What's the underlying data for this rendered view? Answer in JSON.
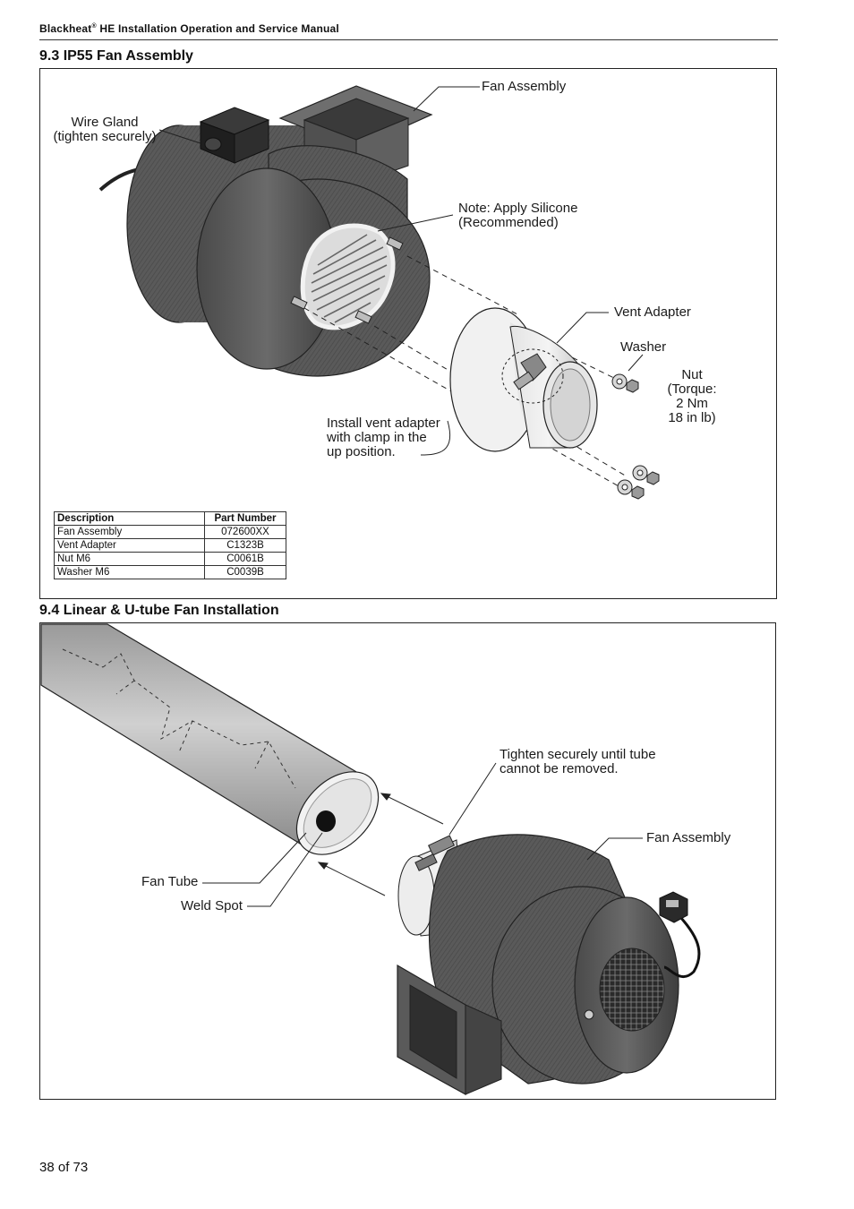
{
  "header": {
    "brand": "Blackheat",
    "reg": "®",
    "rest": " HE Installation Operation and Service Manual"
  },
  "section1": {
    "title": "9.3 IP55 Fan Assembly",
    "labels": {
      "fan_assembly": "Fan Assembly",
      "wire_gland": [
        "Wire Gland",
        "(tighten securely)"
      ],
      "note": [
        "Note: Apply Silicone",
        "(Recommended)"
      ],
      "vent_adapter": "Vent Adapter",
      "washer": "Washer",
      "nut": [
        "Nut",
        "(Torque:",
        "2 Nm",
        "18 in lb)"
      ],
      "install": [
        "Install vent adapter",
        "with clamp in the",
        "up position."
      ]
    },
    "table": {
      "headers": [
        "Description",
        "Part Number"
      ],
      "rows": [
        [
          "Fan Assembly",
          "072600XX"
        ],
        [
          "Vent Adapter",
          "C1323B"
        ],
        [
          "Nut M6",
          "C0061B"
        ],
        [
          "Washer M6",
          "C0039B"
        ]
      ]
    }
  },
  "section2": {
    "title": "9.4 Linear & U-tube Fan Installation",
    "labels": {
      "tighten": [
        "Tighten securely until tube",
        "cannot be removed."
      ],
      "fan_assembly": "Fan Assembly",
      "fan_tube": "Fan Tube",
      "weld_spot": "Weld Spot"
    }
  },
  "footer": {
    "page": "38 of 73"
  }
}
